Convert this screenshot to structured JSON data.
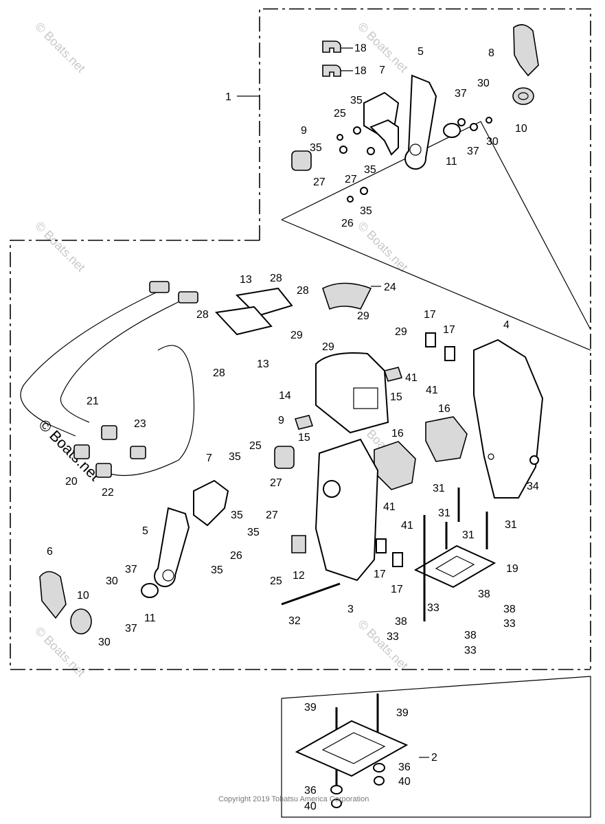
{
  "copyright": "Copyright 2019 Tohatsu America Corporation",
  "watermark": "© Boats.net",
  "callouts": {
    "c1": "1",
    "c2": "2",
    "c3": "3",
    "c4": "4",
    "c5a": "5",
    "c5b": "5",
    "c6": "6",
    "c7a": "7",
    "c7b": "7",
    "c8": "8",
    "c9a": "9",
    "c9b": "9",
    "c10a": "10",
    "c10b": "10",
    "c11a": "11",
    "c11b": "11",
    "c12": "12",
    "c13a": "13",
    "c13b": "13",
    "c14": "14",
    "c15a": "15",
    "c15b": "15",
    "c16a": "16",
    "c16b": "16",
    "c17a": "17",
    "c17b": "17",
    "c17c": "17",
    "c17d": "17",
    "c18a": "18",
    "c18b": "18",
    "c19": "19",
    "c20": "20",
    "c21": "21",
    "c22": "22",
    "c23": "23",
    "c24": "24",
    "c25a": "25",
    "c25b": "25",
    "c25c": "25",
    "c26a": "26",
    "c26b": "26",
    "c27a": "27",
    "c27b": "27",
    "c27c": "27",
    "c27d": "27",
    "c28a": "28",
    "c28b": "28",
    "c28c": "28",
    "c28d": "28",
    "c29a": "29",
    "c29b": "29",
    "c29c": "29",
    "c29d": "29",
    "c30a": "30",
    "c30b": "30",
    "c30c": "30",
    "c30d": "30",
    "c31a": "31",
    "c31b": "31",
    "c31c": "31",
    "c31d": "31",
    "c32": "32",
    "c33a": "33",
    "c33b": "33",
    "c33c": "33",
    "c33d": "33",
    "c34": "34",
    "c35a": "35",
    "c35b": "35",
    "c35c": "35",
    "c35d": "35",
    "c35e": "35",
    "c35f": "35",
    "c35g": "35",
    "c35h": "35",
    "c36a": "36",
    "c36b": "36",
    "c37a": "37",
    "c37b": "37",
    "c37c": "37",
    "c37d": "37",
    "c38a": "38",
    "c38b": "38",
    "c38c": "38",
    "c38d": "38",
    "c39a": "39",
    "c39b": "39",
    "c40a": "40",
    "c40b": "40",
    "c41a": "41",
    "c41b": "41",
    "c41c": "41",
    "c41d": "41"
  }
}
